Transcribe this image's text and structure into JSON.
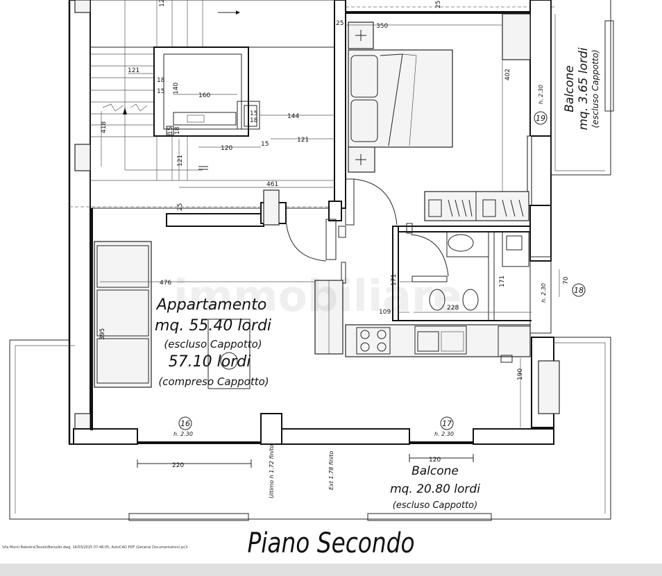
{
  "title": "Piano Secondo",
  "footer_path": "\\Via Monti Balestra\\Tavole\\Bersollo.dwg, 16/03/2025 07:46:05, AutoCAD PDF (General Documentation).pc3",
  "watermark": "immobiliare",
  "apartment": {
    "name": "Appartamento",
    "area_gross": "mq. 55.40 lordi",
    "area_note": "(escluso Cappotto)",
    "area_gross2": "57.10 lordi",
    "area_note2": "(compreso Cappotto)"
  },
  "balcone_right": {
    "name": "Balcone",
    "area": "mq. 3.65 lordi",
    "note": "(escluso Cappotto)"
  },
  "balcone_bottom": {
    "name": "Balcone",
    "area": "mq. 20.80 lordi",
    "note": "(escluso Cappotto)"
  },
  "room_numbers": [
    "16",
    "17",
    "18",
    "19"
  ],
  "heights": [
    "h. 2.30",
    "h. 2.30",
    "h. 2.30",
    "h. 2.30"
  ],
  "dimensions": {
    "d350": "350",
    "d25a": "25",
    "d25b": "25",
    "d25c": "25",
    "d121a": "121",
    "d121b": "121",
    "d121c": "121",
    "d12": "12",
    "d18a": "18",
    "d18b": "18",
    "d18c": "18",
    "d15a": "15",
    "d15b": "15",
    "d15c": "15",
    "d15d": "15",
    "d140": "140",
    "d160": "160",
    "d144": "144",
    "d120a": "120",
    "d418": "418",
    "d461": "461",
    "d402": "402",
    "d476": "476",
    "d395": "395",
    "d171a": "171",
    "d171b": "171",
    "d109": "109",
    "d228": "228",
    "d70": "70",
    "d190": "190",
    "d220": "220",
    "d120b": "120"
  },
  "vertical_notes": [
    "Ultimo h 1.72 finito",
    "Ext 1.78 finito"
  ]
}
